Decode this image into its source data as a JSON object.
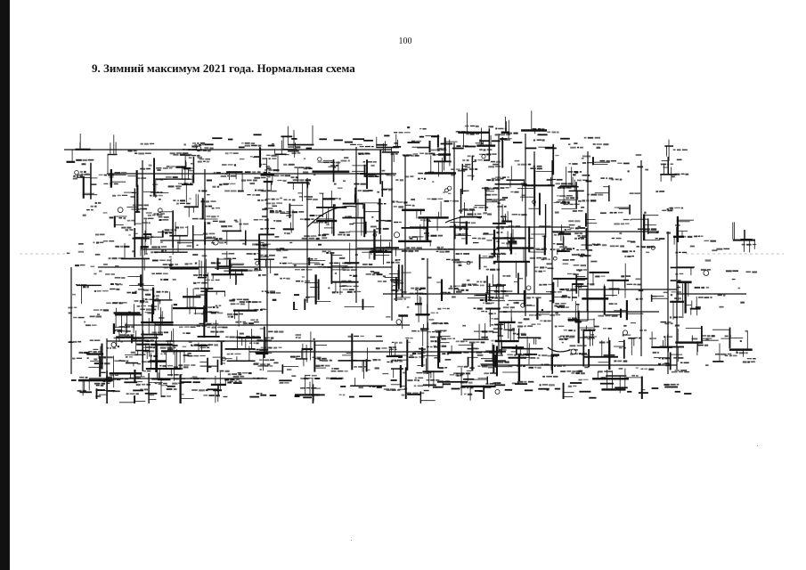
{
  "page": {
    "number": "100",
    "heading": "9. Зимний максимум 2021 года. Нормальная схема"
  },
  "figure": {
    "kind": "power-grid-scheme",
    "labels_legible": false
  },
  "colors": {
    "ink": "#111111",
    "paper": "#ffffff",
    "margin_bar": "#111111"
  }
}
